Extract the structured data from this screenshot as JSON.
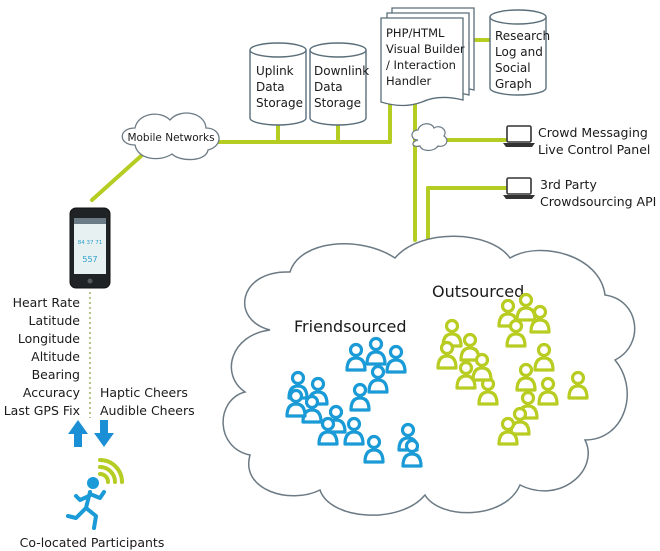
{
  "storage": {
    "uplink": [
      "Uplink",
      "Data",
      "Storage"
    ],
    "downlink": [
      "Downlink",
      "Data",
      "Storage"
    ],
    "research": [
      "Research",
      "Log and",
      "Social",
      "Graph"
    ]
  },
  "server": {
    "lines": [
      "PHP/HTML",
      "Visual Builder",
      "/ Interaction",
      "Handler"
    ]
  },
  "network": {
    "label": "Mobile Networks"
  },
  "panels": {
    "crowd": [
      "Crowd Messaging",
      "Live Control Panel"
    ],
    "api": [
      "3rd Party",
      "Crowdsourcing API"
    ]
  },
  "phone": {
    "readout_top": "84 37 71",
    "readout_bottom": "557"
  },
  "sensors": [
    "Heart Rate",
    "Latitude",
    "Longitude",
    "Altitude",
    "Bearing",
    "Accuracy",
    "Last GPS Fix"
  ],
  "cheers": [
    "Haptic Cheers",
    "Audible Cheers"
  ],
  "participants": {
    "label": "Co-located Participants"
  },
  "crowds": {
    "friendsourced": "Friendsourced",
    "outsourced": "Outsourced"
  },
  "colors": {
    "link": "#b5cc22",
    "friend": "#1a9ad6",
    "outsourced": "#b8cc22",
    "arrow": "#1a8fd6",
    "stroke": "#5a6e7a"
  }
}
